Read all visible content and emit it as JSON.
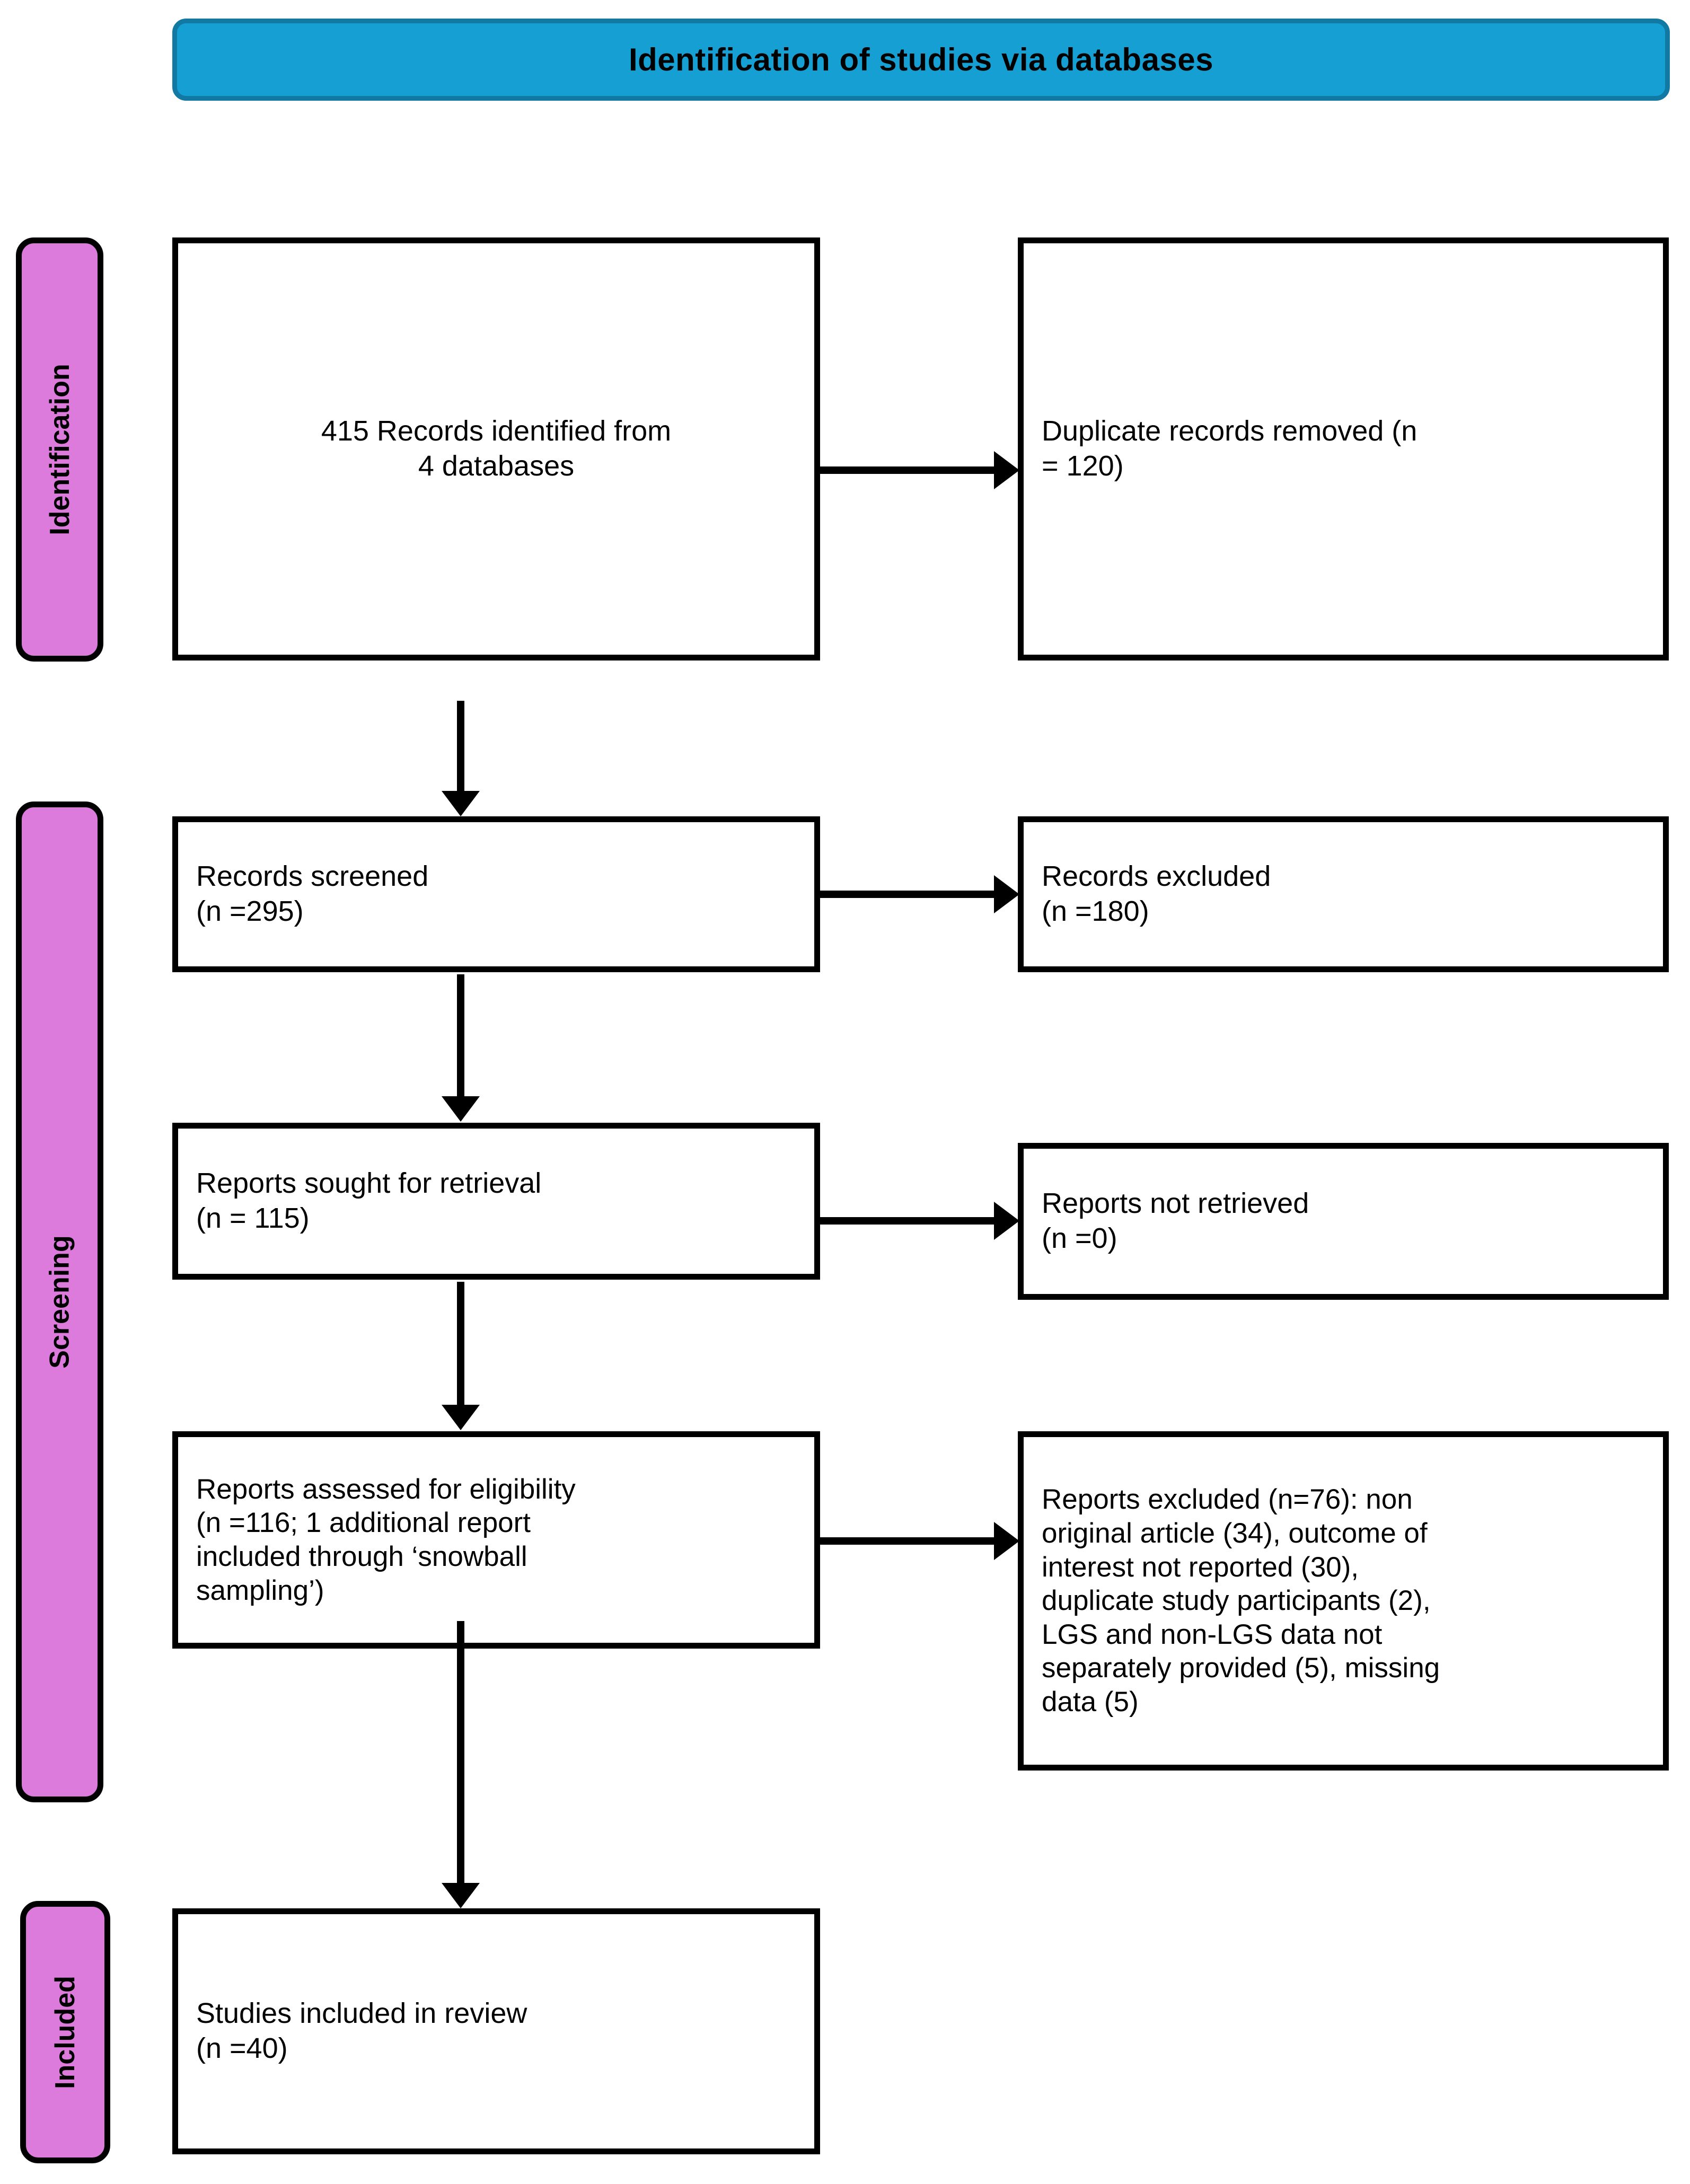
{
  "banner": {
    "title": "Identification of studies via databases"
  },
  "colors": {
    "banner_fill": "#159FD3",
    "banner_border": "#1279A3",
    "stage_fill": "#DD7BDD",
    "stage_border": "#000000",
    "box_border": "#000000",
    "box_fill": "#FFFFFF",
    "text": "#000000"
  },
  "stages": [
    {
      "id": "identification",
      "label": "Identification"
    },
    {
      "id": "screening",
      "label": "Screening"
    },
    {
      "id": "included",
      "label": "Included"
    }
  ],
  "boxes": {
    "identified": "415 Records identified from\n4 databases",
    "duplicates": "Duplicate records removed (n\n= 120)",
    "screened": "Records screened\n(n =295)",
    "excluded_1": "Records excluded\n(n =180)",
    "sought": "Reports sought for retrieval\n(n = 115)",
    "not_retrieved": "Reports not retrieved\n(n =0)",
    "assessed": "Reports assessed for eligibility\n(n =116; 1 additional report\nincluded through ‘snowball\nsampling’)",
    "excluded_2": "Reports excluded (n=76): non\noriginal article (34), outcome of\ninterest not reported (30),\nduplicate study participants (2),\nLGS and non-LGS data not\nseparately provided (5), missing\ndata (5)",
    "included": "Studies included in review\n(n =40)"
  },
  "chart_data": {
    "type": "diagram",
    "title": "Identification of studies via databases",
    "nodes": [
      {
        "id": "identified",
        "stage": "Identification",
        "column": "left",
        "label": "415 Records identified from 4 databases",
        "n": 415,
        "detail": "4 databases"
      },
      {
        "id": "duplicates",
        "stage": "Identification",
        "column": "right",
        "label": "Duplicate records removed (n = 120)",
        "n": 120
      },
      {
        "id": "screened",
        "stage": "Screening",
        "column": "left",
        "label": "Records screened (n =295)",
        "n": 295
      },
      {
        "id": "excluded_1",
        "stage": "Screening",
        "column": "right",
        "label": "Records excluded (n =180)",
        "n": 180
      },
      {
        "id": "sought",
        "stage": "Screening",
        "column": "left",
        "label": "Reports sought for retrieval (n = 115)",
        "n": 115
      },
      {
        "id": "not_retrieved",
        "stage": "Screening",
        "column": "right",
        "label": "Reports not retrieved (n =0)",
        "n": 0
      },
      {
        "id": "assessed",
        "stage": "Screening",
        "column": "left",
        "label": "Reports assessed for eligibility (n =116; 1 additional report included through 'snowball sampling')",
        "n": 116
      },
      {
        "id": "excluded_2",
        "stage": "Screening",
        "column": "right",
        "label": "Reports excluded (n=76): non original article (34), outcome of interest not reported (30), duplicate study participants (2), LGS and non-LGS data not separately provided (5), missing data (5)",
        "n": 76,
        "reasons": [
          {
            "reason": "non original article",
            "count": 34
          },
          {
            "reason": "outcome of interest not reported",
            "count": 30
          },
          {
            "reason": "duplicate study participants",
            "count": 2
          },
          {
            "reason": "LGS and non-LGS data not separately provided",
            "count": 5
          },
          {
            "reason": "missing data",
            "count": 5
          }
        ]
      },
      {
        "id": "included",
        "stage": "Included",
        "column": "left",
        "label": "Studies included in review (n =40)",
        "n": 40
      }
    ],
    "edges": [
      {
        "from": "identified",
        "to": "duplicates",
        "direction": "right"
      },
      {
        "from": "identified",
        "to": "screened",
        "direction": "down"
      },
      {
        "from": "screened",
        "to": "excluded_1",
        "direction": "right"
      },
      {
        "from": "screened",
        "to": "sought",
        "direction": "down"
      },
      {
        "from": "sought",
        "to": "not_retrieved",
        "direction": "right"
      },
      {
        "from": "sought",
        "to": "assessed",
        "direction": "down"
      },
      {
        "from": "assessed",
        "to": "excluded_2",
        "direction": "right"
      },
      {
        "from": "assessed",
        "to": "included",
        "direction": "down"
      }
    ]
  }
}
